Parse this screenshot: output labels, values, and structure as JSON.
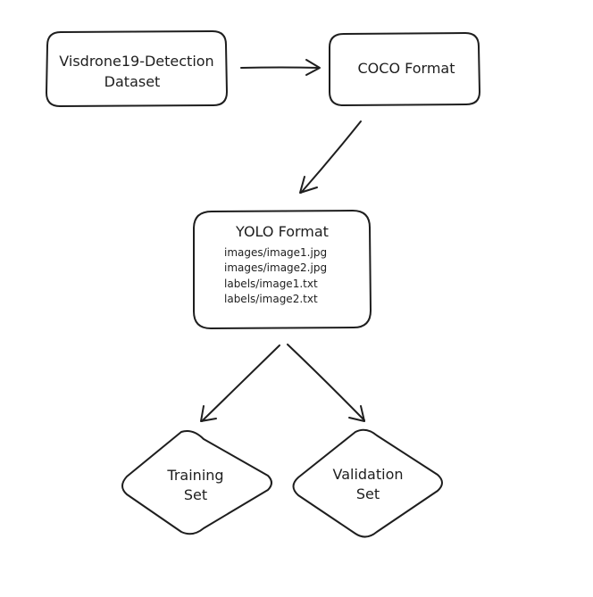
{
  "diagram": {
    "nodes": {
      "source": {
        "lines": [
          "Visdrone19-Detection",
          "Dataset"
        ]
      },
      "coco": {
        "lines": [
          "COCO Format"
        ]
      },
      "yolo": {
        "title": "YOLO Format",
        "files": [
          "images/image1.jpg",
          "images/image2.jpg",
          "labels/image1.txt",
          "labels/image2.txt"
        ]
      },
      "training": {
        "lines": [
          "Training",
          "Set"
        ]
      },
      "validation": {
        "lines": [
          "Validation",
          "Set"
        ]
      }
    },
    "edges": [
      {
        "from": "source",
        "to": "coco"
      },
      {
        "from": "coco",
        "to": "yolo"
      },
      {
        "from": "yolo",
        "to": "training"
      },
      {
        "from": "yolo",
        "to": "validation"
      }
    ],
    "colors": {
      "stroke": "#1e1e1e",
      "background": "#ffffff"
    }
  }
}
